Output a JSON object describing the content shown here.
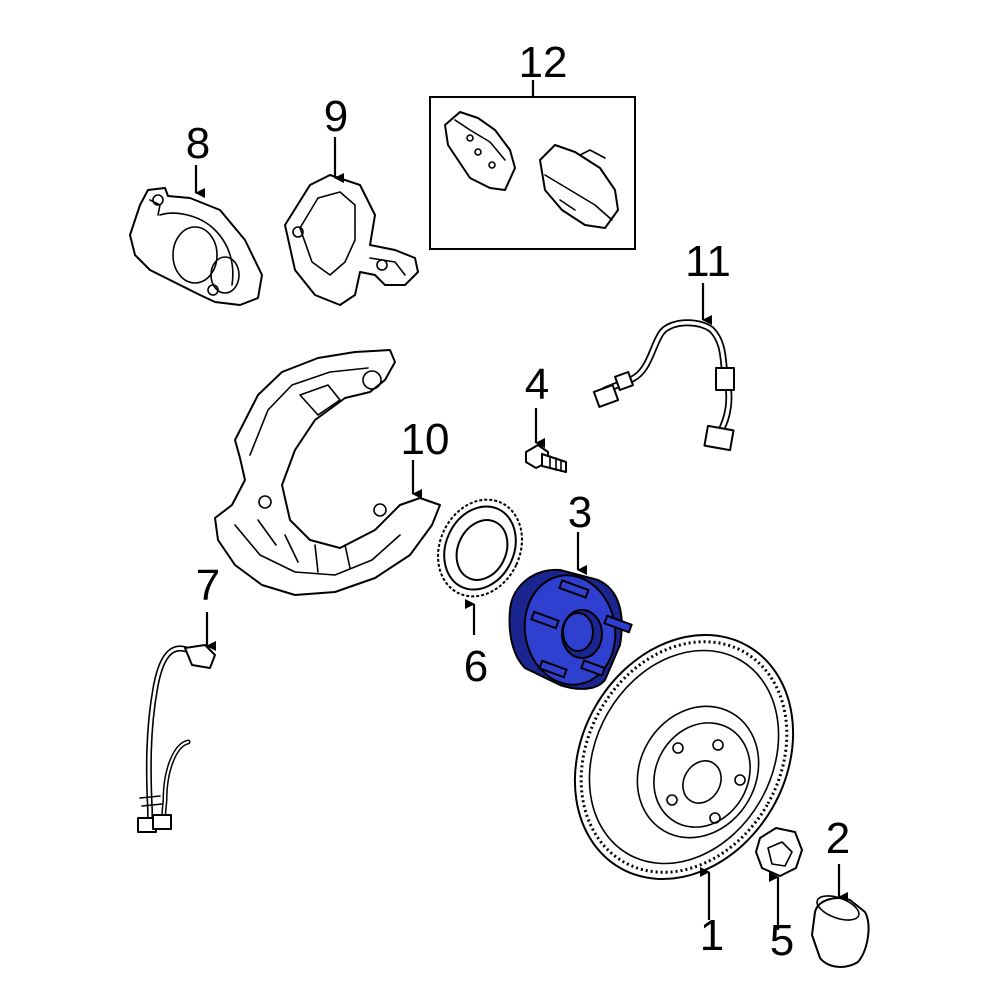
{
  "diagram": {
    "highlight_color": "#2f3fd0",
    "callouts": {
      "c1": "1",
      "c2": "2",
      "c3": "3",
      "c4": "4",
      "c5": "5",
      "c6": "6",
      "c7": "7",
      "c8": "8",
      "c9": "9",
      "c10": "10",
      "c11": "11",
      "c12": "12"
    }
  }
}
